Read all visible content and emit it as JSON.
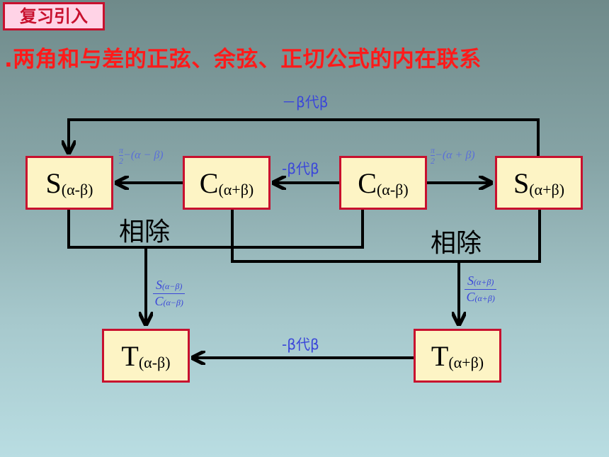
{
  "tag": "复习引入",
  "heading": ".两角和与差的正弦、余弦、正切公式的内在联系",
  "boxes": {
    "s_minus": {
      "main": "S",
      "sub": "(α-β)"
    },
    "c_plus": {
      "main": "C",
      "sub": "(α+β)"
    },
    "c_minus": {
      "main": "C",
      "sub": "(α-β)"
    },
    "s_plus": {
      "main": "S",
      "sub": "(α+β)"
    },
    "t_minus": {
      "main": "T",
      "sub": "(α-β)"
    },
    "t_plus": {
      "main": "T",
      "sub": "(α+β)"
    }
  },
  "labels": {
    "top_loop": "－β代β",
    "middle": "-β代β",
    "bottom": "-β代β",
    "divide_left": "相除",
    "divide_right": "相除"
  },
  "formulas": {
    "left_shift_num": "π",
    "left_shift_den": "2",
    "left_shift_rest": "−(α − β)",
    "right_shift_num": "π",
    "right_shift_den": "2",
    "right_shift_rest": "−(α + β)",
    "frac_left_num": "S",
    "frac_left_num_sub": "(α−β)",
    "frac_left_den": "C",
    "frac_left_den_sub": "(α−β)",
    "frac_right_num": "S",
    "frac_right_num_sub": "(α+β)",
    "frac_right_den": "C",
    "frac_right_den_sub": "(α+β)"
  }
}
